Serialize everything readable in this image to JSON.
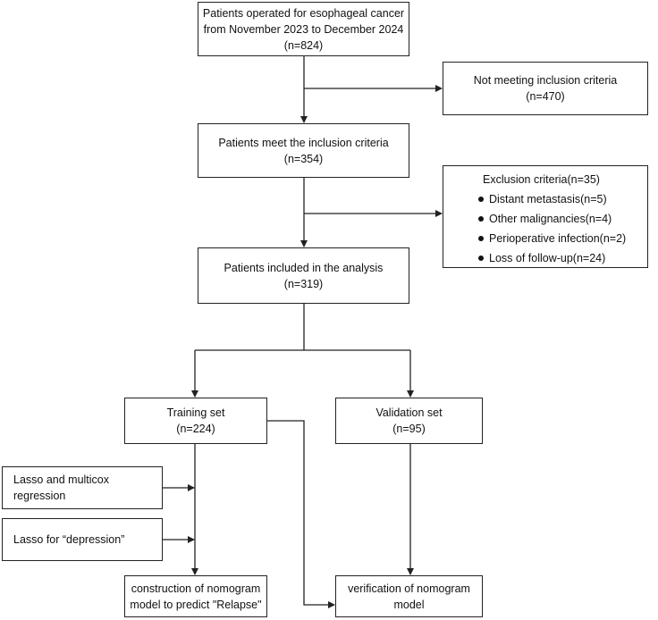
{
  "boxes": {
    "operated": {
      "line1": "Patients operated for esophageal cancer",
      "line2": "from November 2023 to December 2024",
      "line3": "(n=824)"
    },
    "not_meeting": {
      "line1": "Not meeting inclusion criteria",
      "line2": "(n=470)"
    },
    "meet_inclusion": {
      "line1": "Patients meet the inclusion criteria",
      "line2": "(n=354)"
    },
    "exclusion": {
      "title": "Exclusion criteria(n=35)",
      "items": [
        "Distant metastasis(n=5)",
        "Other malignancies(n=4)",
        "Perioperative infection(n=2)",
        "Loss of follow-up(n=24)"
      ]
    },
    "included": {
      "line1": "Patients included in the analysis",
      "line2": "(n=319)"
    },
    "training": {
      "line1": "Training set",
      "line2": "(n=224)"
    },
    "validation": {
      "line1": "Validation set",
      "line2": "(n=95)"
    },
    "lasso_multicox": {
      "line1": "Lasso and multicox regression"
    },
    "lasso_depression": {
      "line1": "Lasso for “depression”"
    },
    "construction": {
      "line1": "construction of nomogram",
      "line2": "model to predict \"Relapse\""
    },
    "verification": {
      "line1": "verification of nomogram",
      "line2": "model"
    }
  }
}
